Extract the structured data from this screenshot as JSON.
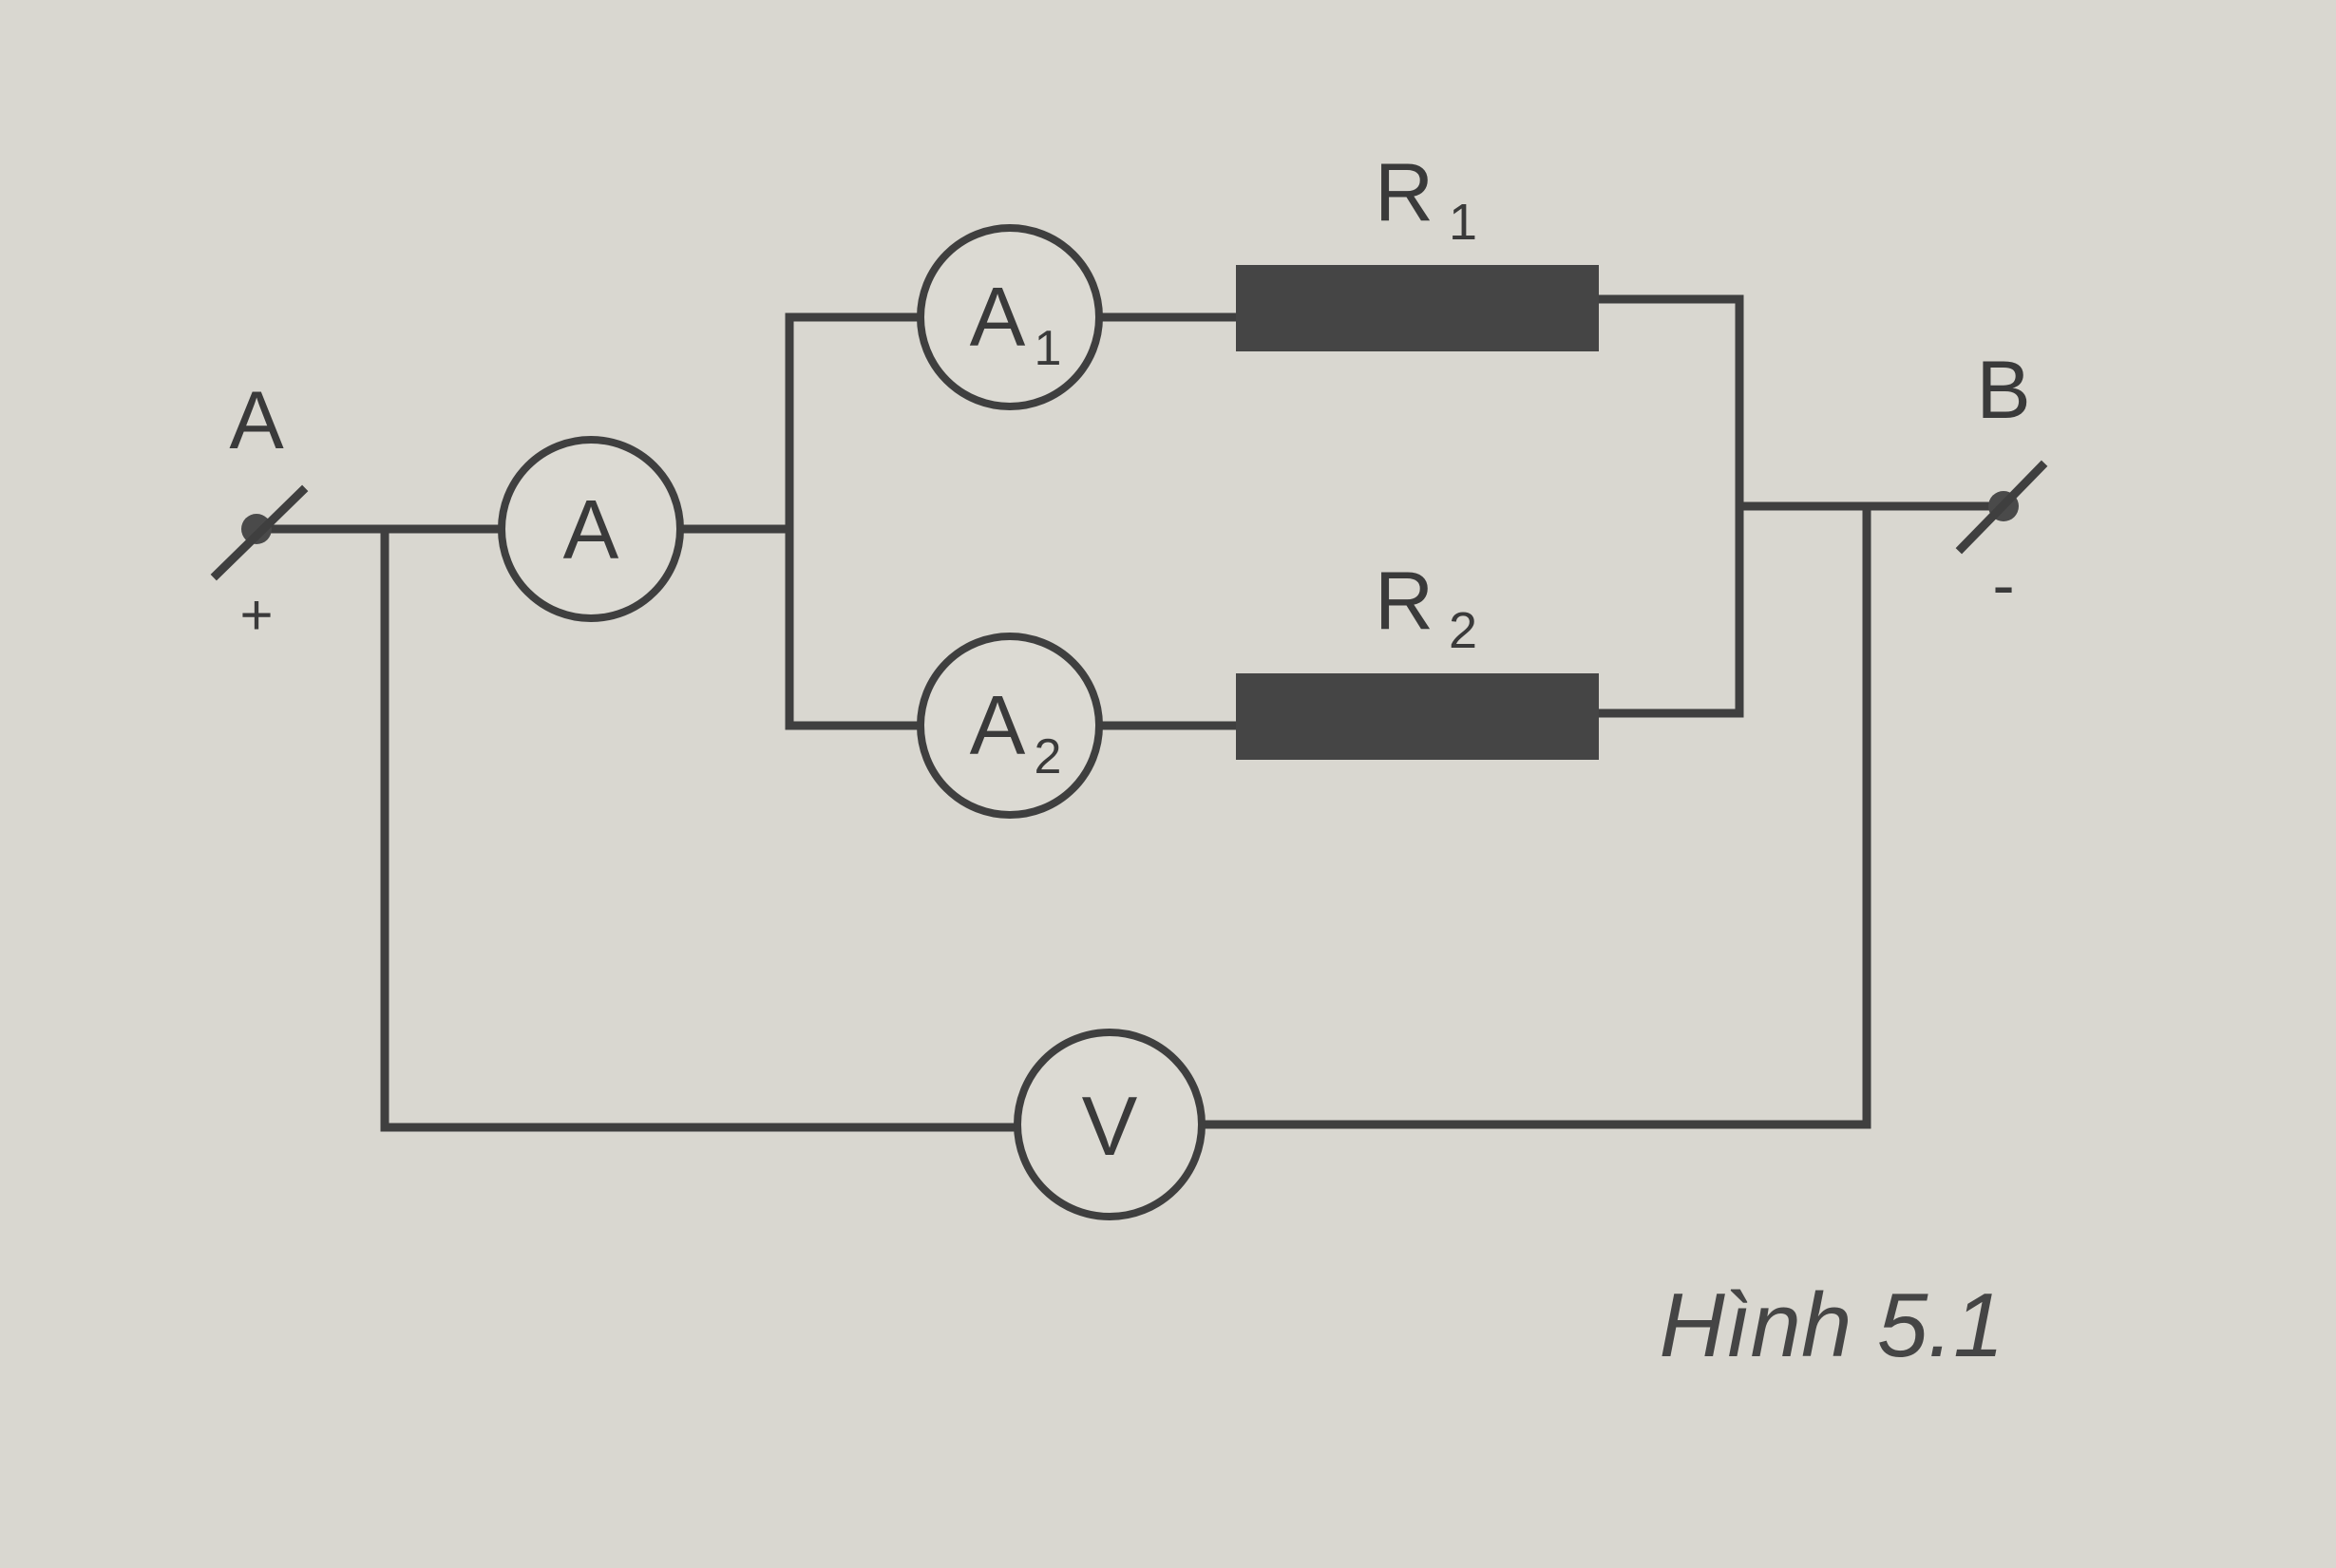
{
  "diagram": {
    "type": "electric-circuit",
    "terminals": [
      {
        "id": "A",
        "label": "A",
        "polarity": "+"
      },
      {
        "id": "B",
        "label": "B",
        "polarity": "-"
      }
    ],
    "meters": [
      {
        "id": "A",
        "symbol": "A",
        "sub": ""
      },
      {
        "id": "A1",
        "symbol": "A",
        "sub": "1"
      },
      {
        "id": "A2",
        "symbol": "A",
        "sub": "2"
      },
      {
        "id": "V",
        "symbol": "V",
        "sub": ""
      }
    ],
    "resistors": [
      {
        "id": "R1",
        "symbol": "R",
        "sub": "1"
      },
      {
        "id": "R2",
        "symbol": "R",
        "sub": "2"
      }
    ],
    "caption": "Hình 5.1"
  }
}
